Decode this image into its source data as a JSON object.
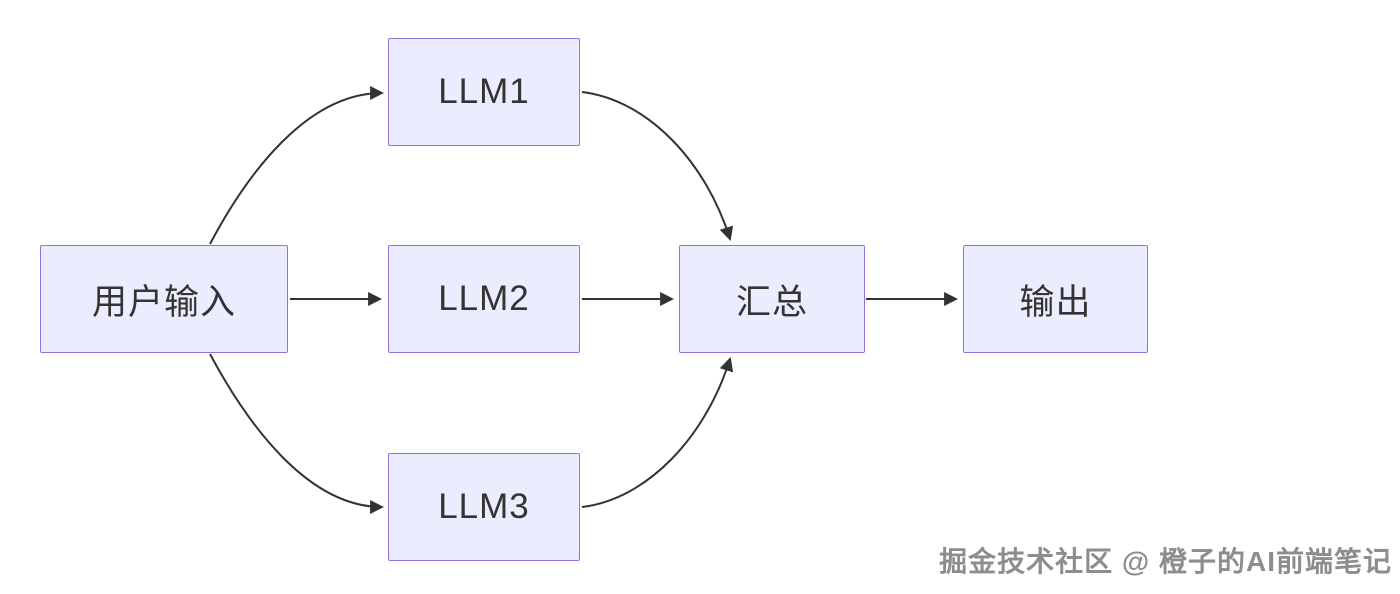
{
  "diagram": {
    "type": "flowchart",
    "direction": "left-to-right",
    "nodes": [
      {
        "id": "user-input",
        "label": "用户输入"
      },
      {
        "id": "llm1",
        "label": "LLM1"
      },
      {
        "id": "llm2",
        "label": "LLM2"
      },
      {
        "id": "llm3",
        "label": "LLM3"
      },
      {
        "id": "aggregate",
        "label": "汇总"
      },
      {
        "id": "output",
        "label": "输出"
      }
    ],
    "edges": [
      {
        "from": "user-input",
        "to": "llm1"
      },
      {
        "from": "user-input",
        "to": "llm2"
      },
      {
        "from": "user-input",
        "to": "llm3"
      },
      {
        "from": "llm1",
        "to": "aggregate"
      },
      {
        "from": "llm2",
        "to": "aggregate"
      },
      {
        "from": "llm3",
        "to": "aggregate"
      },
      {
        "from": "aggregate",
        "to": "output"
      }
    ],
    "colors": {
      "node_fill": "#ECECFF",
      "node_border": "#9370DB",
      "edge_stroke": "#333333",
      "node_text": "#333333",
      "background": "#ffffff"
    }
  },
  "watermark": {
    "text": "掘金技术社区 @ 橙子的AI前端笔记",
    "color": "#8d8d8d"
  }
}
